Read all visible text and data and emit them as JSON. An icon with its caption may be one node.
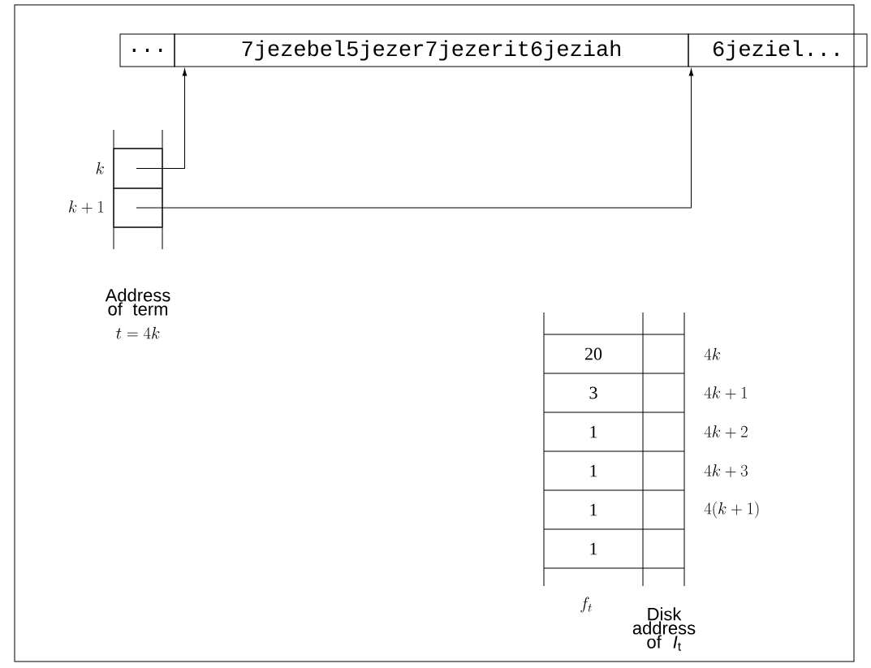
{
  "diagram": {
    "nodes": [
      {
        "text": [
          "..."
        ]
      },
      {
        "text": [
          "7jezebel5jezer7jezerit6jeziah"
        ]
      },
      {
        "text": [
          "6jeziel..."
        ]
      },
      {
        "text": [],
        "shape": "box"
      },
      {
        "text": [],
        "shape": "box"
      }
    ],
    "edges": [
      {
        "from": 3,
        "to": 1,
        "arrow": "to"
      },
      {
        "from": 4,
        "to": 2,
        "arrow": "to"
      }
    ],
    "labels": [
      "k",
      "k + 1",
      "Address of term",
      "t = 4k",
      "20",
      "4k",
      "3",
      "4k + 1",
      "1",
      "4k + 2",
      "1",
      "4k + 3",
      "1",
      "4(k + 1)",
      "1",
      "f_t",
      "Disk address of *I*$_{t}$"
    ]
  }
}
